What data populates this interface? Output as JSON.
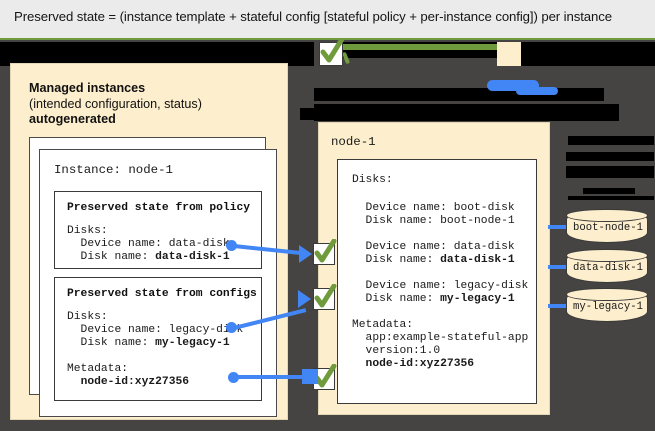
{
  "caption": "Preserved state = (instance template + stateful config [stateful policy + per-instance config]) per instance",
  "colors": {
    "cream": "#fdeecd",
    "background": "#464442",
    "accent_blue": "#4285f4",
    "accent_green": "#6f9b3d",
    "header_gray": "#ebebeb",
    "redaction": "#000000"
  },
  "left_panel": {
    "heading_line1": "Managed instances",
    "heading_line2": "(intended configuration, status)",
    "heading_line3": "autogenerated",
    "instance_title": "Instance: node-1",
    "cards": [
      {
        "title": "Preserved state from policy",
        "lines": [
          {
            "text": "Disks:",
            "bold": false
          },
          {
            "text": "  Device name: data-disk",
            "bold": false
          },
          {
            "text": "  Disk name: ",
            "bold": false,
            "bold_tail": "data-disk-1"
          }
        ]
      },
      {
        "title": "Preserved state from configs",
        "lines": [
          {
            "text": "Disks:",
            "bold": false
          },
          {
            "text": "  Device name: legacy-disk",
            "bold": false
          },
          {
            "text": "  Disk name: ",
            "bold": false,
            "bold_tail": "my-legacy-1"
          },
          {
            "text": "",
            "bold": false
          },
          {
            "text": "Metadata:",
            "bold": false
          },
          {
            "text": "  ",
            "bold": false,
            "bold_tail": "node-id:xyz27356"
          }
        ]
      }
    ]
  },
  "right_panel": {
    "title": "node-1",
    "disks_label": "Disks:",
    "entries": [
      {
        "device": "  Device name: boot-disk",
        "disk_plain": "  Disk name: boot-node-1",
        "disk_bold": "",
        "checked": false
      },
      {
        "device": "  Device name: data-disk",
        "disk_plain": "  Disk name: ",
        "disk_bold": "data-disk-1",
        "checked": true
      },
      {
        "device": "  Device name: legacy-disk",
        "disk_plain": "  Disk name: ",
        "disk_bold": "my-legacy-1",
        "checked": true
      }
    ],
    "metadata_label": "Metadata:",
    "metadata": [
      {
        "text": "  app:example-stateful-app",
        "bold": false
      },
      {
        "text": "  version:1.0",
        "bold": false
      },
      {
        "text": "  node-id:xyz27356",
        "bold": true
      }
    ]
  },
  "disks": [
    {
      "label": "boot-node-1"
    },
    {
      "label": "data-disk-1"
    },
    {
      "label": "my-legacy-1"
    }
  ],
  "icons": {
    "check": "check-mark-icon",
    "cylinder": "disk-cylinder-icon"
  }
}
